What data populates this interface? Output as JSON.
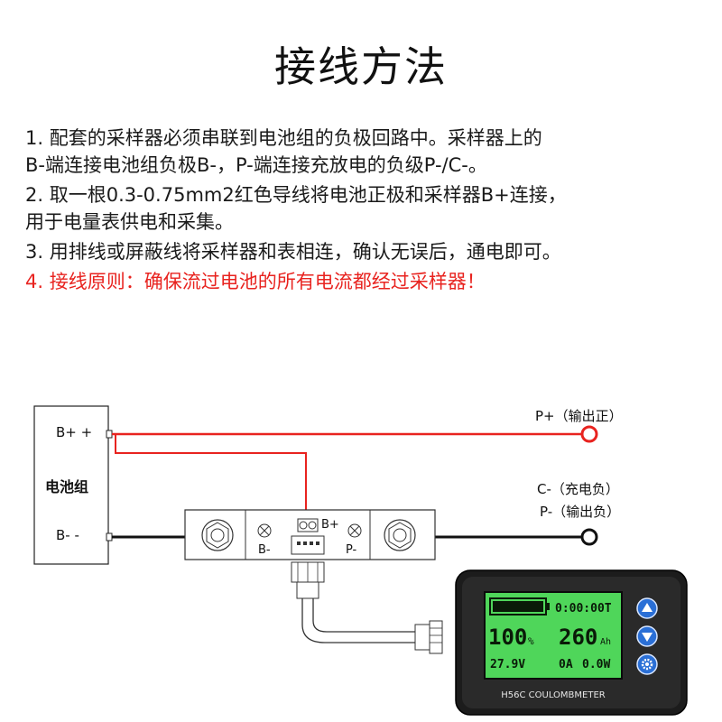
{
  "title": "接线方法",
  "instructions": [
    {
      "line1": "1. 配套的采样器必须串联到电池组的负极回路中。采样器上的",
      "line2": "B-端连接电池组负极B-，P-端连接充放电的负级P-/C-。"
    },
    {
      "line1": "2. 取一根0.3-0.75mm2红色导线将电池正极和采样器B+连接，",
      "line2": "用于电量表供电和采集。"
    },
    {
      "line1": "3. 用排线或屏蔽线将采样器和表相连，确认无误后，通电即可。",
      "line2": ""
    },
    {
      "line1": "4. 接线原则：确保流过电池的所有电流都经过采样器！",
      "line2": ""
    }
  ],
  "diagram": {
    "battery": {
      "label": "电池组",
      "pos_terminal": "B+  +",
      "neg_terminal": "B-  -"
    },
    "outputs": {
      "p_plus": "P+（输出正）",
      "c_minus": "C-（充电负）",
      "p_minus": "P-（输出负）"
    },
    "shunt": {
      "b_minus": "B-",
      "b_plus": "B+",
      "p_minus": "P-"
    },
    "meter": {
      "time": "0:00:00T",
      "percent": "100",
      "percent_unit": "%",
      "capacity": "260",
      "capacity_unit": "Ah",
      "voltage": "27.9V",
      "current": "0A",
      "power": "0.0W",
      "model": "H56C  COULOMBMETER",
      "buttons": [
        "up-icon",
        "down-icon",
        "gear-icon"
      ]
    },
    "colors": {
      "positive_wire": "#e8231f",
      "negative_wire": "#111111",
      "lcd_background": "#4fd65a",
      "meter_button": "#2a6fd6"
    }
  }
}
